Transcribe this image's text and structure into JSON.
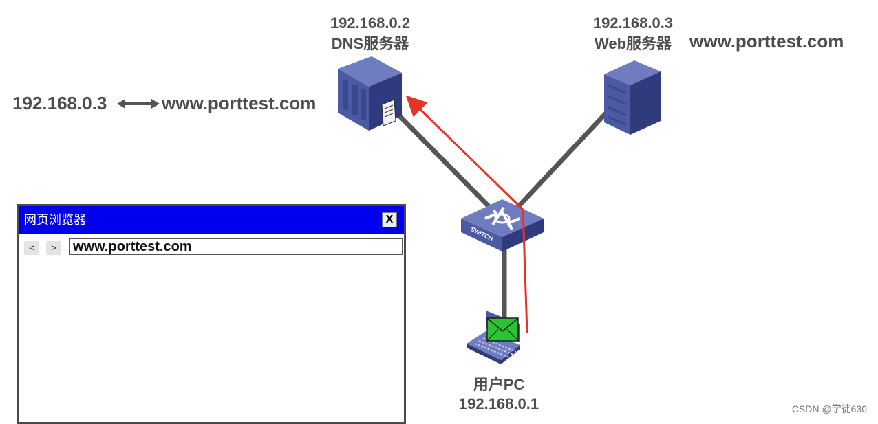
{
  "dns_server": {
    "ip": "192.168.0.2",
    "name": "DNS服务器"
  },
  "web_server": {
    "ip": "192.168.0.3",
    "name": "Web服务器",
    "domain": "www.porttest.com"
  },
  "dns_mapping": {
    "ip": "192.168.0.3",
    "domain": "www.porttest.com"
  },
  "switch": {
    "label": "SWITCH"
  },
  "user_pc": {
    "name": "用户PC",
    "ip": "192.168.0.1"
  },
  "browser": {
    "title": "网页浏览器",
    "close_label": "X",
    "back_label": "<",
    "forward_label": ">",
    "url": "www.porttest.com"
  },
  "watermark": "CSDN @学徒630",
  "colors": {
    "link": "#555555",
    "request_arrow": "#e53526",
    "titlebar": "#0000ee",
    "envelope": "#2bc234",
    "device": "#3e4a8c"
  }
}
